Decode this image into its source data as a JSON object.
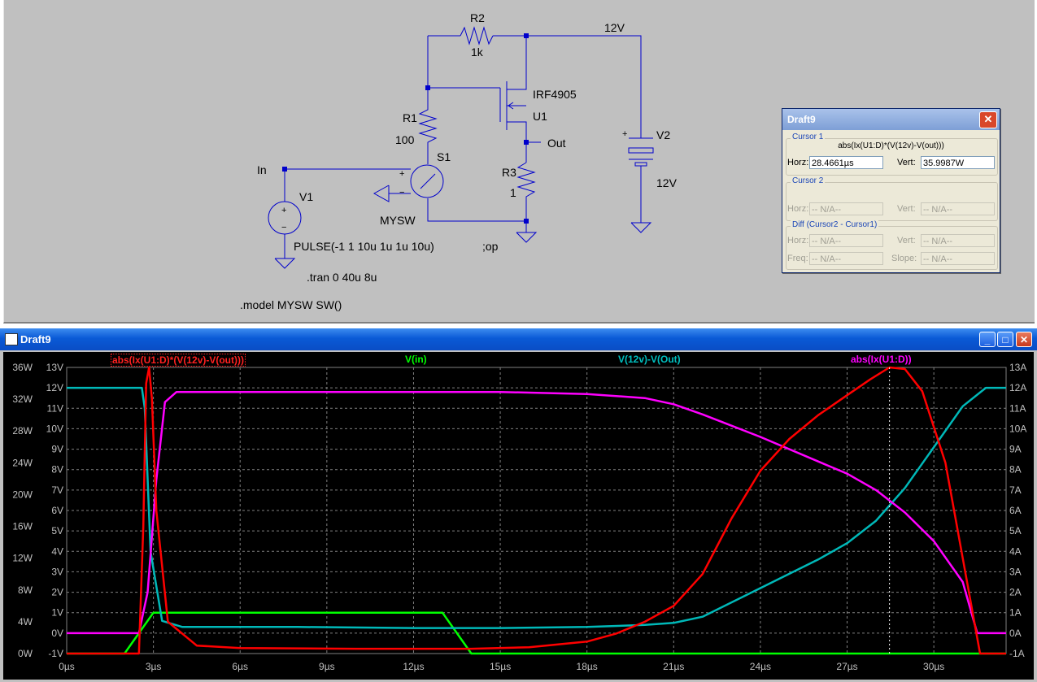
{
  "schematic": {
    "components": {
      "r2": {
        "ref": "R2",
        "value": "1k"
      },
      "r1": {
        "ref": "R1",
        "value": "100"
      },
      "r3": {
        "ref": "R3",
        "value": "1"
      },
      "u1": {
        "ref": "U1",
        "model": "IRF4905"
      },
      "v1": {
        "ref": "V1",
        "value": "PULSE(-1 1 10u 1u 1u 10u)"
      },
      "v2": {
        "ref": "V2",
        "value": "12V"
      },
      "s1": {
        "ref": "S1",
        "model": "MYSW"
      }
    },
    "nets": {
      "supply": "12V",
      "in": "In",
      "out": "Out"
    },
    "directives": {
      "op": ";op",
      "tran": ".tran 0 40u 8u",
      "model": ".model MYSW SW()"
    }
  },
  "cursor_dialog": {
    "title": "Draft9",
    "cursor1_label": "Cursor 1",
    "expression": "abs(Ix(U1:D)*(V(12v)-V(out)))",
    "horz_label": "Horz:",
    "vert_label": "Vert:",
    "horz_value": "28.4661µs",
    "vert_value": "35.9987W",
    "cursor2_label": "Cursor 2",
    "diff_label": "Diff (Cursor2 - Cursor1)",
    "freq_label": "Freq:",
    "slope_label": "Slope:",
    "na": "-- N/A--"
  },
  "waveform_window": {
    "title": "Draft9"
  },
  "chart_data": {
    "type": "line",
    "x_unit": "µs",
    "xlim": [
      0,
      32.5
    ],
    "x_ticks": [
      "0µs",
      "3µs",
      "6µs",
      "9µs",
      "12µs",
      "15µs",
      "18µs",
      "21µs",
      "24µs",
      "27µs",
      "30µs"
    ],
    "y_left_power_ticks": [
      "0W",
      "4W",
      "8W",
      "12W",
      "16W",
      "20W",
      "24W",
      "28W",
      "32W",
      "36W"
    ],
    "y_left_voltage_ticks": [
      "-1V",
      "0V",
      "1V",
      "2V",
      "3V",
      "4V",
      "5V",
      "6V",
      "7V",
      "8V",
      "9V",
      "10V",
      "11V",
      "12V",
      "13V"
    ],
    "y_right_current_ticks": [
      "-1A",
      "0A",
      "1A",
      "2A",
      "3A",
      "4A",
      "5A",
      "6A",
      "7A",
      "8A",
      "9A",
      "10A",
      "11A",
      "12A",
      "13A"
    ],
    "grid": true,
    "cursor_x": 28.4661,
    "series": [
      {
        "name": "abs(Ix(U1:D)*(V(12v)-V(out)))",
        "axis": "power",
        "color": "#ff0000",
        "x": [
          0,
          2.5,
          2.65,
          2.75,
          2.85,
          2.95,
          3.1,
          3.5,
          4.5,
          6,
          10,
          14,
          16,
          18,
          19,
          20,
          21,
          22,
          23,
          24,
          25,
          26,
          27,
          27.8,
          28.4661,
          29,
          29.6,
          30.4,
          31,
          31.6,
          32.5
        ],
        "y": [
          0,
          0,
          16,
          34,
          36,
          32,
          18,
          4,
          1,
          0.7,
          0.6,
          0.6,
          0.8,
          1.5,
          2.5,
          4,
          6,
          10,
          17,
          23,
          27,
          30,
          32.5,
          34.5,
          36,
          35.8,
          33,
          24,
          12,
          0,
          0
        ]
      },
      {
        "name": "V(in)",
        "axis": "voltage",
        "color": "#00ff00",
        "x": [
          0,
          2,
          3,
          13,
          14,
          32.5
        ],
        "y": [
          -1,
          -1,
          1,
          1,
          -1,
          -1
        ]
      },
      {
        "name": "V(12v)-V(Out)",
        "axis": "voltage",
        "color": "#00b8b8",
        "x": [
          0,
          2.6,
          2.7,
          2.9,
          3.3,
          4,
          8,
          12,
          15,
          18,
          20,
          21,
          22,
          24,
          26,
          27,
          28,
          29,
          30,
          31,
          31.8,
          32.5
        ],
        "y": [
          12,
          12,
          11,
          4,
          0.6,
          0.3,
          0.3,
          0.25,
          0.25,
          0.3,
          0.4,
          0.5,
          0.8,
          2.2,
          3.6,
          4.4,
          5.5,
          7.1,
          9.1,
          11.1,
          12,
          12
        ]
      },
      {
        "name": "abs(Ix(U1:D))",
        "axis": "current",
        "color": "#ff00ff",
        "x": [
          0,
          2.5,
          2.8,
          3.1,
          3.4,
          3.8,
          4.5,
          8,
          12,
          15,
          18,
          20,
          21,
          22,
          24,
          26,
          27,
          28,
          29,
          30,
          31,
          31.5,
          32.5
        ],
        "y": [
          0,
          0,
          2,
          7.5,
          11.3,
          11.8,
          11.8,
          11.8,
          11.8,
          11.8,
          11.7,
          11.5,
          11.2,
          10.7,
          9.6,
          8.4,
          7.8,
          7,
          5.9,
          4.5,
          2.5,
          0,
          0
        ]
      }
    ]
  }
}
